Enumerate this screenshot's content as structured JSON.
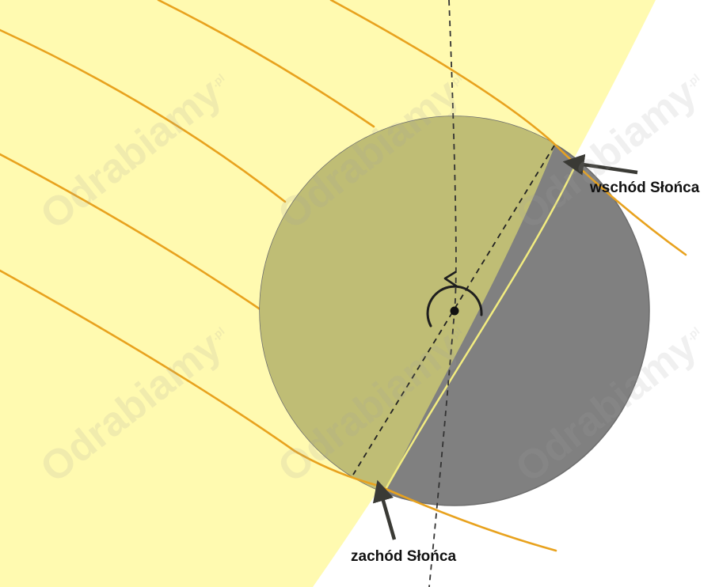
{
  "labels": {
    "sunrise": "wschód Słońca",
    "sunset": "zachód Słońca"
  },
  "watermark": {
    "brand": "Odrabiamy",
    "suffix": ".pl"
  },
  "colors": {
    "sunlight": "#fffab0",
    "sun_rays": "#e8a21e",
    "day_side": "#bfbd75",
    "night_side": "#808080",
    "terminator_edge": "#f2ec80",
    "axis_lines": "#333333",
    "arrows": "#3a3a35"
  },
  "icons": {
    "rotation": "rotation-arrow-icon"
  }
}
